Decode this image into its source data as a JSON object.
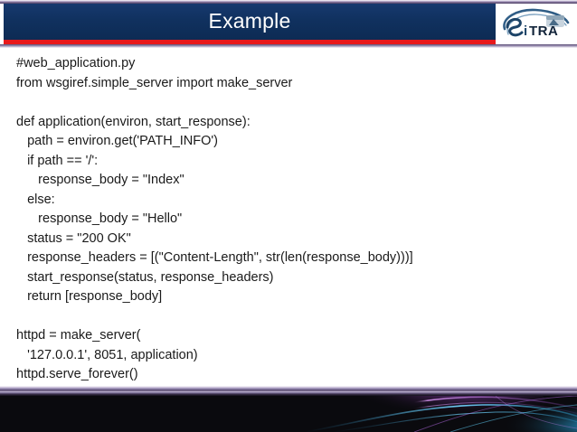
{
  "slide": {
    "title": "Example",
    "logo_text": "eiTRA",
    "logo_name": "eitra-logo"
  },
  "theme": {
    "header_navy": "#10315f",
    "accent_red": "#e8191b",
    "rule_purple": "#6f5f86",
    "footer_black": "#0a0a0e",
    "body_background": "#ffffff",
    "code_text": "#1a1a1a",
    "title_text": "#ffffff",
    "footer_art_purple": "#8b3fb0",
    "footer_art_cyan": "#2aa8e0"
  },
  "code": {
    "language": "python",
    "lines": [
      "#web_application.py",
      "from wsgiref.simple_server import make_server",
      "",
      "def application(environ, start_response):",
      "   path = environ.get('PATH_INFO')",
      "   if path == '/':",
      "      response_body = \"Index\"",
      "   else:",
      "      response_body = \"Hello\"",
      "   status = \"200 OK\"",
      "   response_headers = [(\"Content-Length\", str(len(response_body)))]",
      "   start_response(status, response_headers)",
      "   return [response_body]",
      "",
      "httpd = make_server(",
      "   '127.0.0.1', 8051, application)",
      "httpd.serve_forever()"
    ]
  }
}
